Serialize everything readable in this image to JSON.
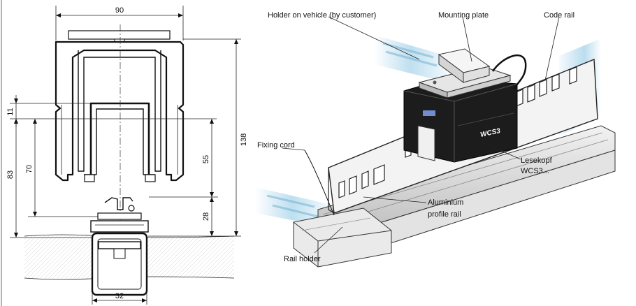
{
  "dimensions": {
    "width_top": "90",
    "height_total": "138",
    "offset_11": "11",
    "height_83": "83",
    "height_70": "70",
    "height_55": "55",
    "height_28": "28",
    "width_bottom": "32"
  },
  "labels": {
    "holder": "Holder on vehicle (by customer)",
    "mounting_plate": "Mounting plate",
    "code_rail": "Code rail",
    "fixing_cord": "Fixing cord",
    "lesekopf_line1": "Lesekopf",
    "lesekopf_line2": "WCS3...",
    "aluminium_line1": "Aluminium",
    "aluminium_line2": "profile rail",
    "rail_holder": "Rail holder",
    "head_marking": "WCS3"
  },
  "colors": {
    "motion_blur": "#a9d4ea",
    "head_body": "#1c1c1c",
    "rail_metal": "#d9d9d9"
  }
}
